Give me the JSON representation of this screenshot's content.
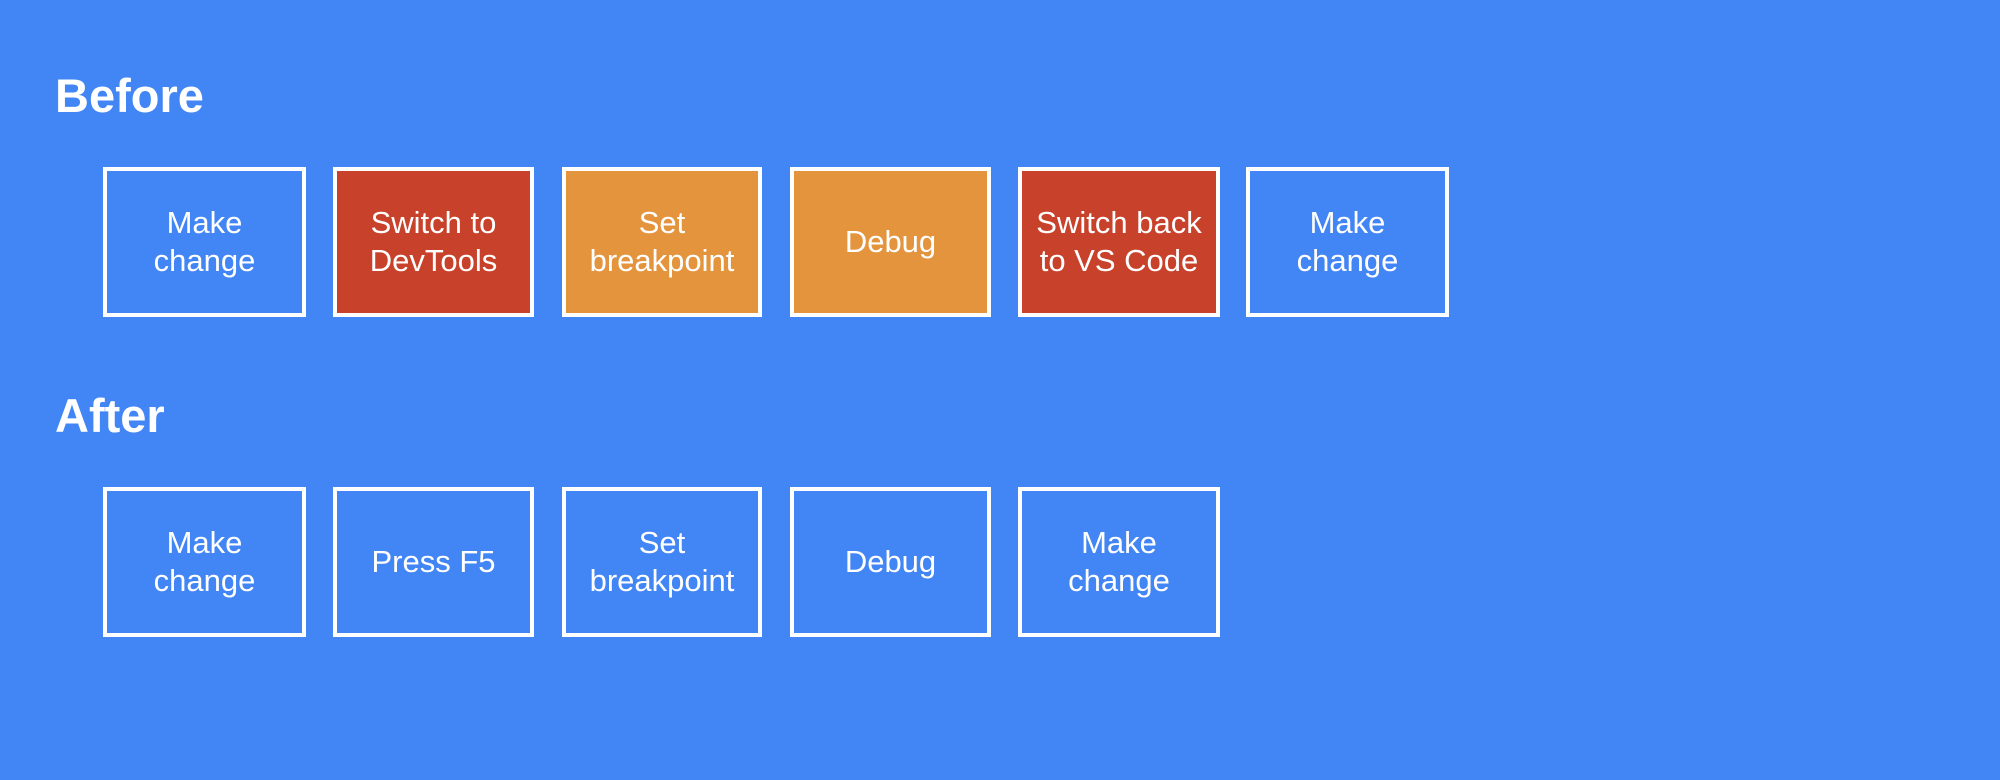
{
  "slide": {
    "background_color": "#4285f4",
    "text_color": "#ffffff",
    "border_color": "#ffffff"
  },
  "sections": [
    {
      "heading": "Before",
      "steps": [
        {
          "label": "Make change",
          "fill": "#4285f4"
        },
        {
          "label": "Switch to\nDevTools",
          "fill": "#c8412a"
        },
        {
          "label": "Set\nbreakpoint",
          "fill": "#e3943c"
        },
        {
          "label": "Debug",
          "fill": "#e3943c"
        },
        {
          "label": "Switch back\nto VS Code",
          "fill": "#c8412a"
        },
        {
          "label": "Make change",
          "fill": "#4285f4"
        }
      ]
    },
    {
      "heading": "After",
      "steps": [
        {
          "label": "Make change",
          "fill": "#4285f4"
        },
        {
          "label": "Press F5",
          "fill": "#4285f4"
        },
        {
          "label": "Set\nbreakpoint",
          "fill": "#4285f4"
        },
        {
          "label": "Debug",
          "fill": "#4285f4"
        },
        {
          "label": "Make change",
          "fill": "#4285f4"
        }
      ]
    }
  ]
}
